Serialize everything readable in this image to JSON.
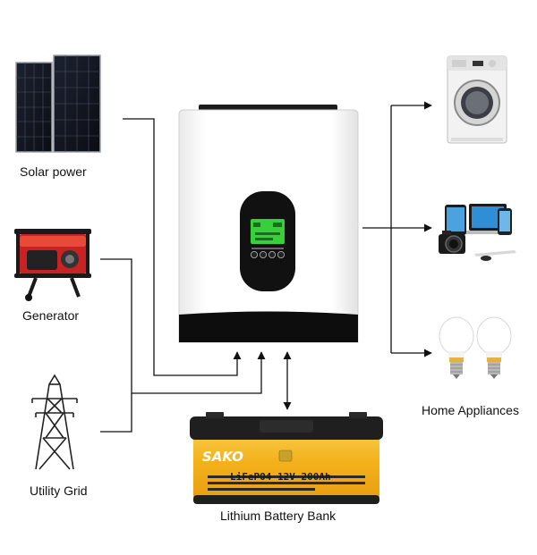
{
  "sources": {
    "solar": {
      "label": "Solar power"
    },
    "generator": {
      "label": "Generator"
    },
    "grid": {
      "label": "Utility Grid"
    }
  },
  "loads": {
    "appliances": {
      "label": "Home Appliances"
    }
  },
  "battery": {
    "label": "Lithium Battery Bank",
    "brand": "SAKO",
    "model": "LiFePO4 12V 200Ah"
  },
  "colors": {
    "line": "#111111",
    "battery_top": "#1f1f1f",
    "battery_body": "#f4b41a",
    "inverter_body": "#ffffff",
    "inverter_base": "#0d0d0d",
    "lcd": "#36d13a"
  }
}
